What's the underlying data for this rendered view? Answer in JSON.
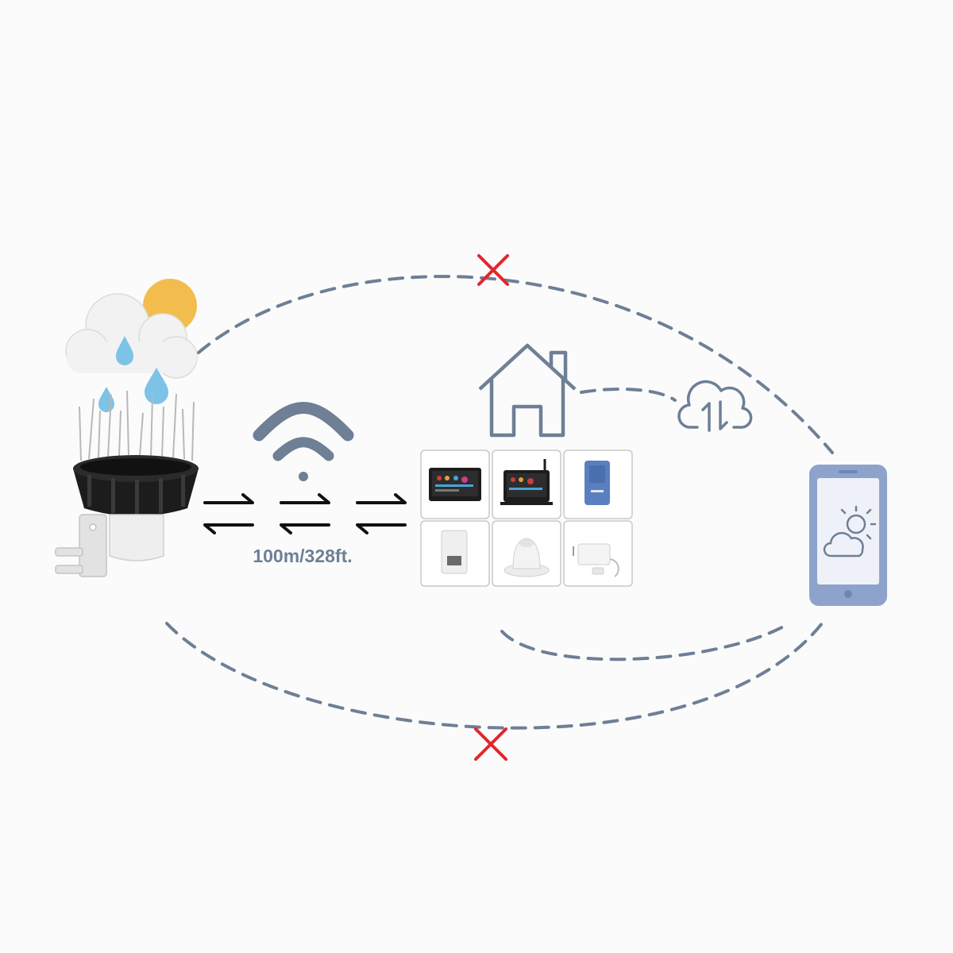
{
  "range_label": "100m/328ft.",
  "colors": {
    "link": "#6e7f96",
    "blocked": "#e3262d",
    "phone": "#8ea3cc",
    "sun": "#f3bd4d",
    "drop": "#7cc3e6",
    "cloud": "#f1f1f1"
  },
  "icons": {
    "sensor": "rain-gauge-sensor",
    "weather": "cloud-sun-rain-icon",
    "wifi": "wifi-icon",
    "home": "house-icon",
    "cloud_sync": "cloud-upload-download-icon",
    "phone": "smartphone-icon",
    "app": "partly-cloudy-icon",
    "blocked": "red-x-icon",
    "transfer": "bidirectional-arrow-icon"
  },
  "receivers": [
    {
      "name": "display-console-color"
    },
    {
      "name": "display-console-antenna"
    },
    {
      "name": "wifi-gateway-blue"
    },
    {
      "name": "indoor-sensor-white"
    },
    {
      "name": "round-sensor-white"
    },
    {
      "name": "usb-gateway-dongle"
    }
  ]
}
